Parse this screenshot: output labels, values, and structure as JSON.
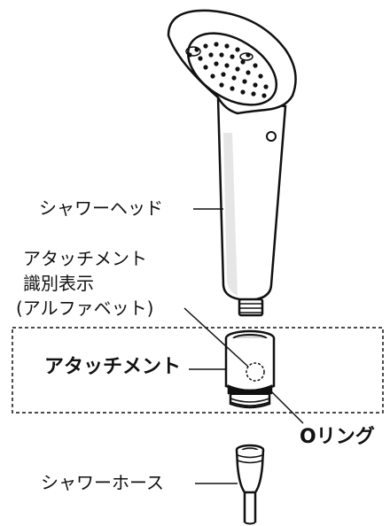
{
  "labels": {
    "shower_head": "シャワーヘッド",
    "attachment_id_line1": "アタッチメント",
    "attachment_id_line2": "識別表示",
    "attachment_id_line3": "(アルファベット)",
    "attachment": "アタッチメント",
    "o_ring": "Oリング",
    "shower_hose": "シャワーホース"
  },
  "colors": {
    "line": "#111111",
    "fill": "#ffffff"
  }
}
